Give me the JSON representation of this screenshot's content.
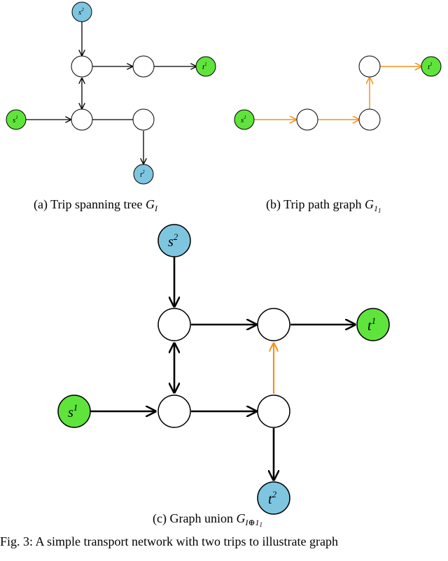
{
  "colors": {
    "source_start": "#5fe43c",
    "source_secondary": "#7ec6e0",
    "node": "#ffffff",
    "edge": "#000000",
    "highlight": "#f6921e"
  },
  "labels": {
    "s1": "s",
    "s1_sup": "1",
    "s2": "s",
    "s2_sup": "2",
    "t1": "t",
    "t1_sup": "1",
    "t2": "t",
    "t2_sup": "2"
  },
  "captions": {
    "a_prefix": "(a) Trip spanning tree ",
    "a_symbol": "G",
    "a_sub": "I",
    "b_prefix": "(b) Trip path graph ",
    "b_symbol": "G",
    "b_sub": "1",
    "b_subsub": "1",
    "c_prefix": "(c) Graph union ",
    "c_symbol": "G",
    "c_sub": "I⊕1",
    "c_subsub": "1"
  },
  "figure_caption": "Fig. 3: A simple transport network with two trips to illustrate graph"
}
